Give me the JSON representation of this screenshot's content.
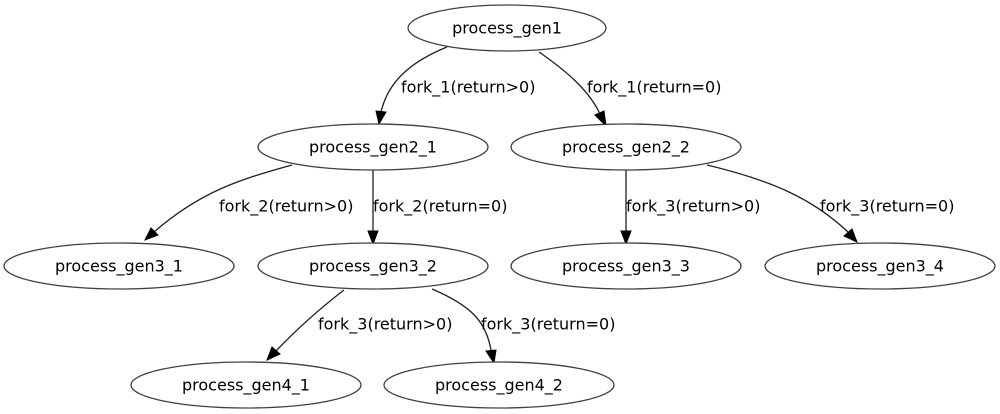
{
  "nodes": {
    "gen1": {
      "label": "process_gen1"
    },
    "gen2_1": {
      "label": "process_gen2_1"
    },
    "gen2_2": {
      "label": "process_gen2_2"
    },
    "gen3_1": {
      "label": "process_gen3_1"
    },
    "gen3_2": {
      "label": "process_gen3_2"
    },
    "gen3_3": {
      "label": "process_gen3_3"
    },
    "gen3_4": {
      "label": "process_gen3_4"
    },
    "gen4_1": {
      "label": "process_gen4_1"
    },
    "gen4_2": {
      "label": "process_gen4_2"
    }
  },
  "edges": {
    "gen1_to_gen2_1": {
      "from": "process_gen1",
      "to": "process_gen2_1",
      "label": "fork_1(return>0)"
    },
    "gen1_to_gen2_2": {
      "from": "process_gen1",
      "to": "process_gen2_2",
      "label": "fork_1(return=0)"
    },
    "gen2_1_to_gen3_1": {
      "from": "process_gen2_1",
      "to": "process_gen3_1",
      "label": "fork_2(return>0)"
    },
    "gen2_1_to_gen3_2": {
      "from": "process_gen2_1",
      "to": "process_gen3_2",
      "label": "fork_2(return=0)"
    },
    "gen2_2_to_gen3_3": {
      "from": "process_gen2_2",
      "to": "process_gen3_3",
      "label": "fork_3(return>0)"
    },
    "gen2_2_to_gen3_4": {
      "from": "process_gen2_2",
      "to": "process_gen3_4",
      "label": "fork_3(return=0)"
    },
    "gen3_2_to_gen4_1": {
      "from": "process_gen3_2",
      "to": "process_gen4_1",
      "label": "fork_3(return>0)"
    },
    "gen3_2_to_gen4_2": {
      "from": "process_gen3_2",
      "to": "process_gen4_2",
      "label": "fork_3(return=0)"
    }
  }
}
